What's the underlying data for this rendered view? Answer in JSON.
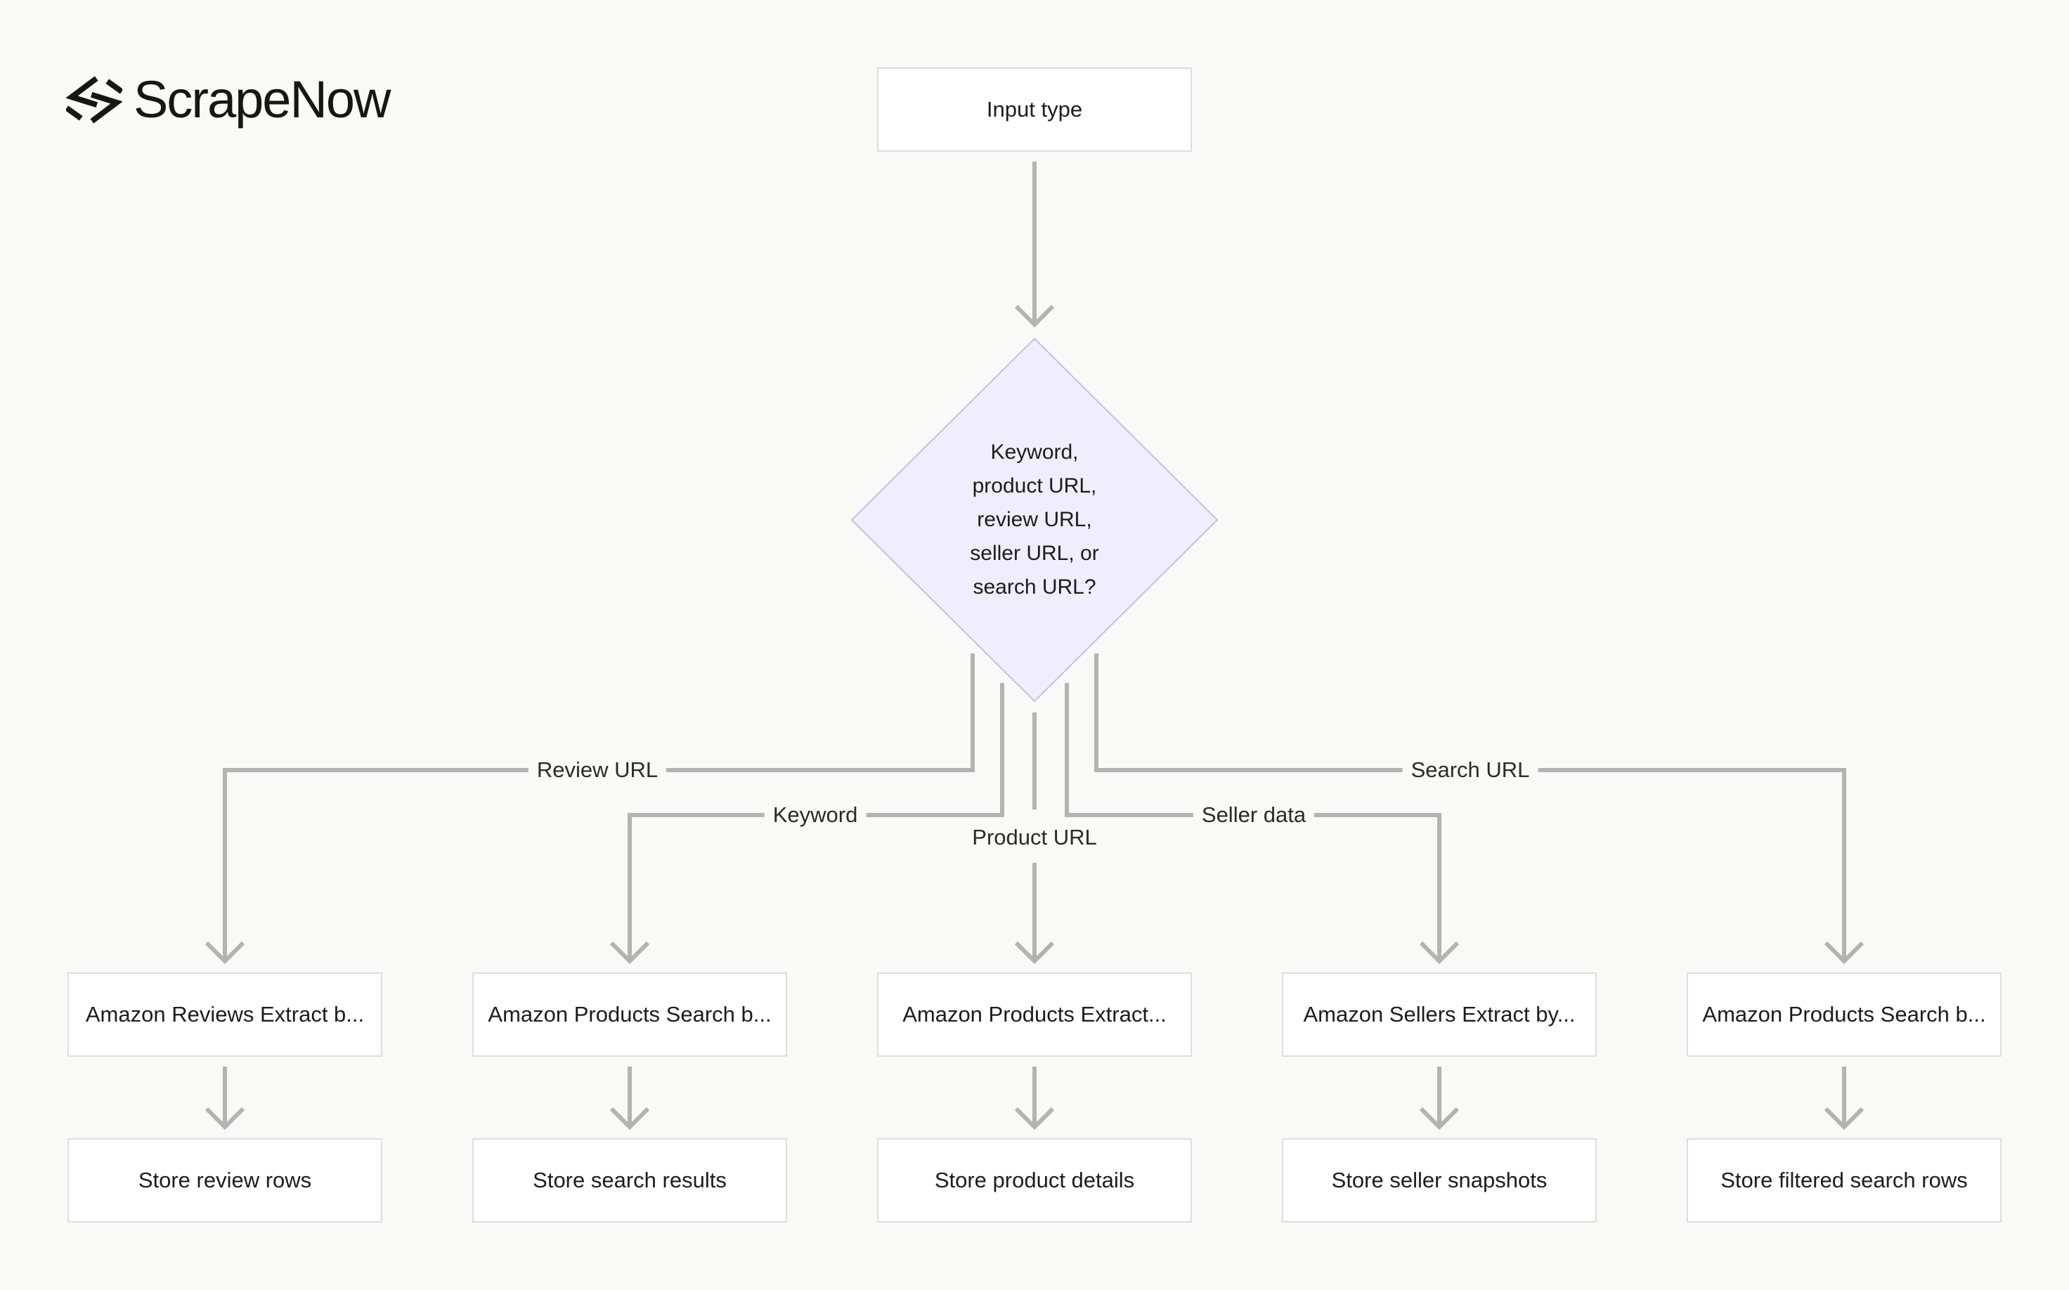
{
  "brand": {
    "name": "ScrapeNow",
    "icon": "scrapenow-logo-icon"
  },
  "start_node": {
    "label": "Input type"
  },
  "decision": {
    "lines": [
      "Keyword,",
      "product URL,",
      "review URL,",
      "seller URL, or",
      "search URL?"
    ]
  },
  "edge_labels": {
    "review": "Review URL",
    "keyword": "Keyword",
    "product": "Product URL",
    "seller": "Seller data",
    "search": "Search URL"
  },
  "actors": [
    "Amazon Reviews Extract b...",
    "Amazon Products Search b...",
    "Amazon Products Extract...",
    "Amazon Sellers Extract by...",
    "Amazon Products Search b..."
  ],
  "outputs": [
    "Store review rows",
    "Store search results",
    "Store product details",
    "Store seller snapshots",
    "Store filtered search rows"
  ],
  "colors": {
    "background": "#f9f9f7",
    "connector": "#b3b3b3",
    "decision_fill": "#f0eefc",
    "decision_stroke": "#c4bdea",
    "node_border": "#dedede"
  }
}
